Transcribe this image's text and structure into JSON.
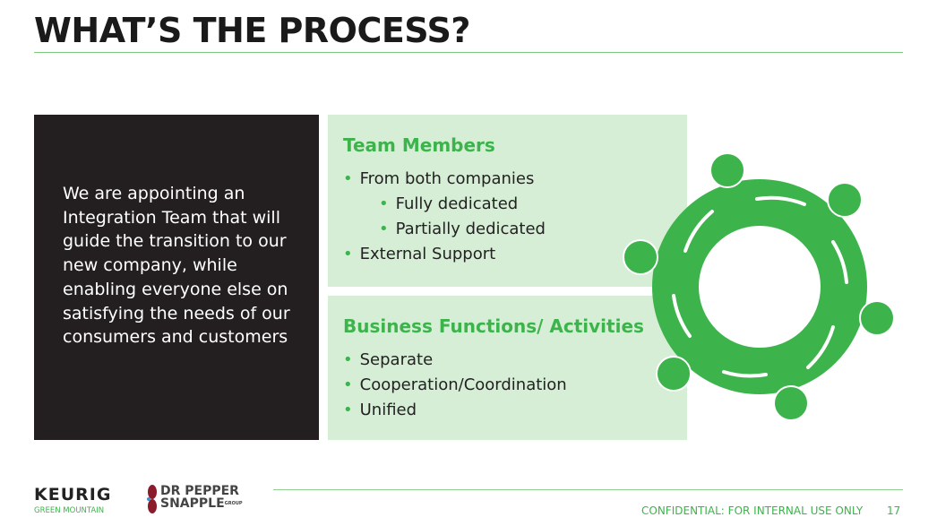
{
  "title": "WHAT’S THE PROCESS?",
  "intro_text": "We are appointing an Integration Team that will guide the transition to our new company, while enabling everyone else on satisfying the needs of our consumers and customers",
  "team_members": {
    "heading": "Team Members",
    "items": [
      "From both companies",
      "Fully dedicated",
      "Partially dedicated",
      "External Support"
    ]
  },
  "business_functions": {
    "heading": "Business Functions/ Activities",
    "items": [
      "Separate",
      "Cooperation/Coordination",
      "Unified"
    ]
  },
  "footer": {
    "keurig_logo": "KEURIG",
    "keurig_sub": "GREEN MOUNTAIN",
    "dps_logo_line1": "DR PEPPER",
    "dps_logo_line2": "SNAPPLE",
    "dps_logo_group": "GROUP",
    "confidential": "CONFIDENTIAL: FOR INTERNAL USE ONLY",
    "page_number": "17"
  },
  "colors": {
    "accent": "#3cb44b",
    "panel": "#d6eed6",
    "dark": "#231f20"
  }
}
